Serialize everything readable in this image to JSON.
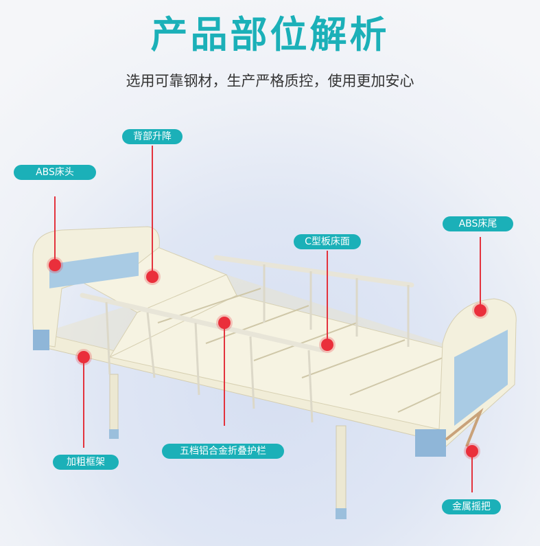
{
  "title": "产品部位解析",
  "subtitle": "选用可靠钢材，生产严格质控，使用更加安心",
  "accent_color": "#1bb0b8",
  "marker_color": "#ea2f3b",
  "labels": {
    "backrest": "背部升降",
    "headboard": "ABS床头",
    "footboard": "ABS床尾",
    "surface": "C型板床面",
    "rail": "五档铝合金折叠护栏",
    "frame": "加粗框架",
    "crank": "金属摇把"
  }
}
